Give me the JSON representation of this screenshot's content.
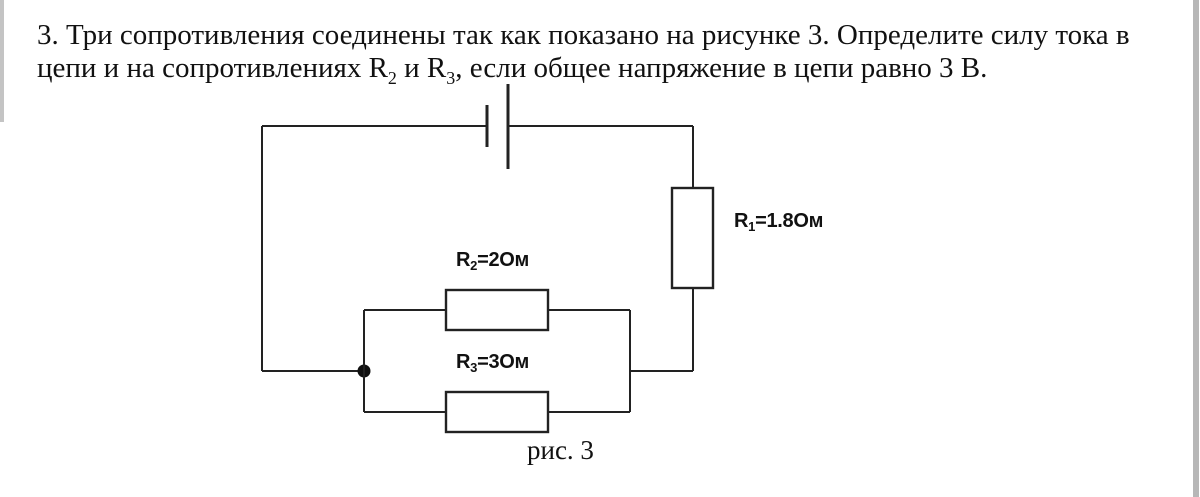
{
  "problem": {
    "line1": "3. Три сопротивления соединены так как показано на рисунке 3. Определите силу тока в",
    "line2_prefix": "цепи и на сопротивлениях R",
    "line2_sub1": "2",
    "line2_mid": " и R",
    "line2_sub2": "3",
    "line2_suffix": ", если общее напряжение в цепи равно 3 В."
  },
  "figure": {
    "caption": "рис. 3",
    "labels": {
      "r1": {
        "base": "R",
        "sub": "1",
        "value": "=1.8Ом"
      },
      "r2": {
        "base": "R",
        "sub": "2",
        "value": "=2Ом"
      },
      "r3": {
        "base": "R",
        "sub": "3",
        "value": "=3Ом"
      }
    }
  },
  "colors": {
    "background": "#ffffff",
    "line": "#222222",
    "text": "#111111",
    "right_edge_strip": "#b7b7b7"
  }
}
